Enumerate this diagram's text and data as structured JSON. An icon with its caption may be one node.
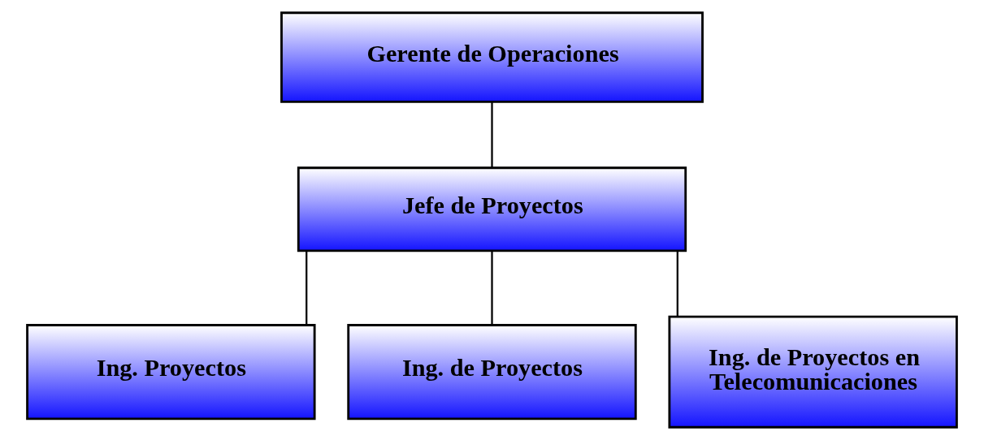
{
  "diagram": {
    "nodes": [
      {
        "text": [
          "Gerente de Operaciones"
        ]
      },
      {
        "text": [
          "Jefe de Proyectos"
        ]
      },
      {
        "text": [
          "Ing. Proyectos"
        ]
      },
      {
        "text": [
          "Ing. de Proyectos"
        ]
      },
      {
        "text": [
          "Ing. de Proyectos en Telecomunicaciones"
        ]
      }
    ],
    "edges": [
      {
        "from": 0,
        "to": 1,
        "arrow": "none"
      },
      {
        "from": 1,
        "to": 2,
        "arrow": "none"
      },
      {
        "from": 1,
        "to": 3,
        "arrow": "none"
      },
      {
        "from": 1,
        "to": 4,
        "arrow": "none"
      }
    ]
  }
}
